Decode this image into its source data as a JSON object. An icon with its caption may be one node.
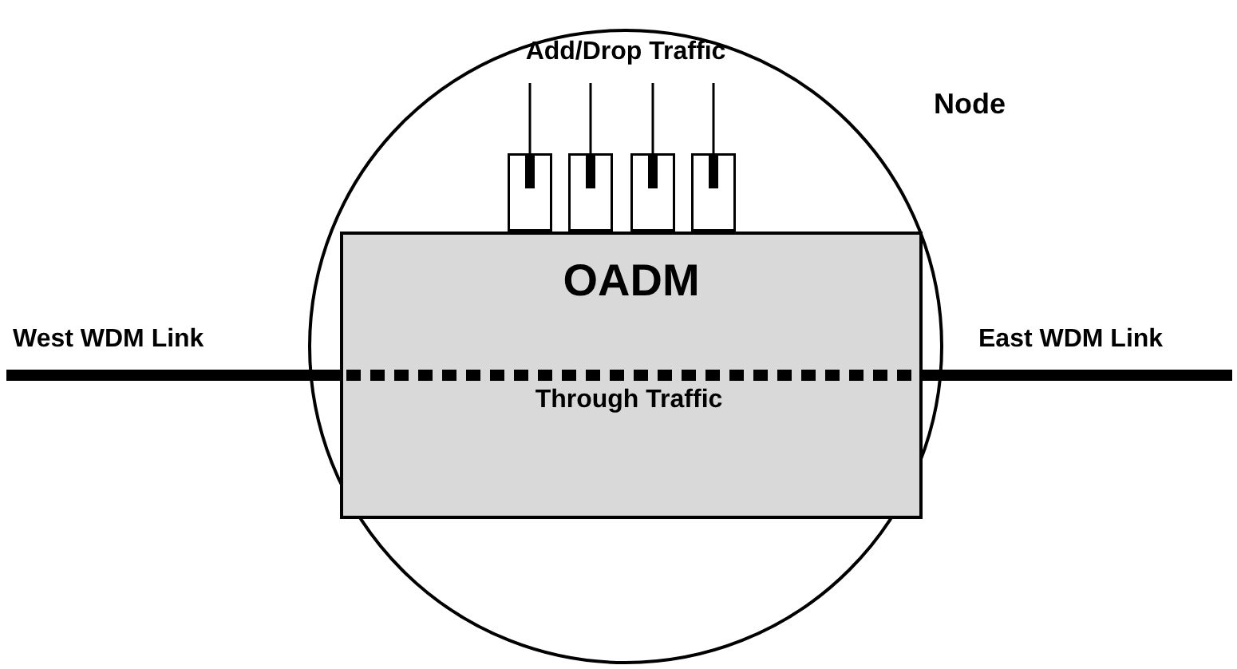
{
  "diagram": {
    "nodes": [
      {
        "text": [
          "Node"
        ]
      },
      {
        "text": [
          "OADM"
        ],
        "in": 0
      },
      {
        "text": [],
        "shape": "box",
        "in": 0
      },
      {
        "text": [],
        "shape": "box",
        "in": 0
      },
      {
        "text": [],
        "shape": "box",
        "in": 0
      },
      {
        "text": [],
        "shape": "box",
        "in": 0
      }
    ],
    "edges": [
      {
        "from": null,
        "to": 1,
        "arrow": "none",
        "style": "thick",
        "label": "West WDM Link"
      },
      {
        "from": 1,
        "to": null,
        "arrow": "none",
        "style": "thick",
        "label": "East WDM Link"
      },
      {
        "from": 2,
        "to": null,
        "arrow": "none"
      },
      {
        "from": 3,
        "to": null,
        "arrow": "none"
      },
      {
        "from": 4,
        "to": null,
        "arrow": "none"
      },
      {
        "from": 5,
        "to": null,
        "arrow": "none"
      }
    ],
    "labels": [
      "Add/Drop Traffic",
      "Through Traffic"
    ]
  }
}
